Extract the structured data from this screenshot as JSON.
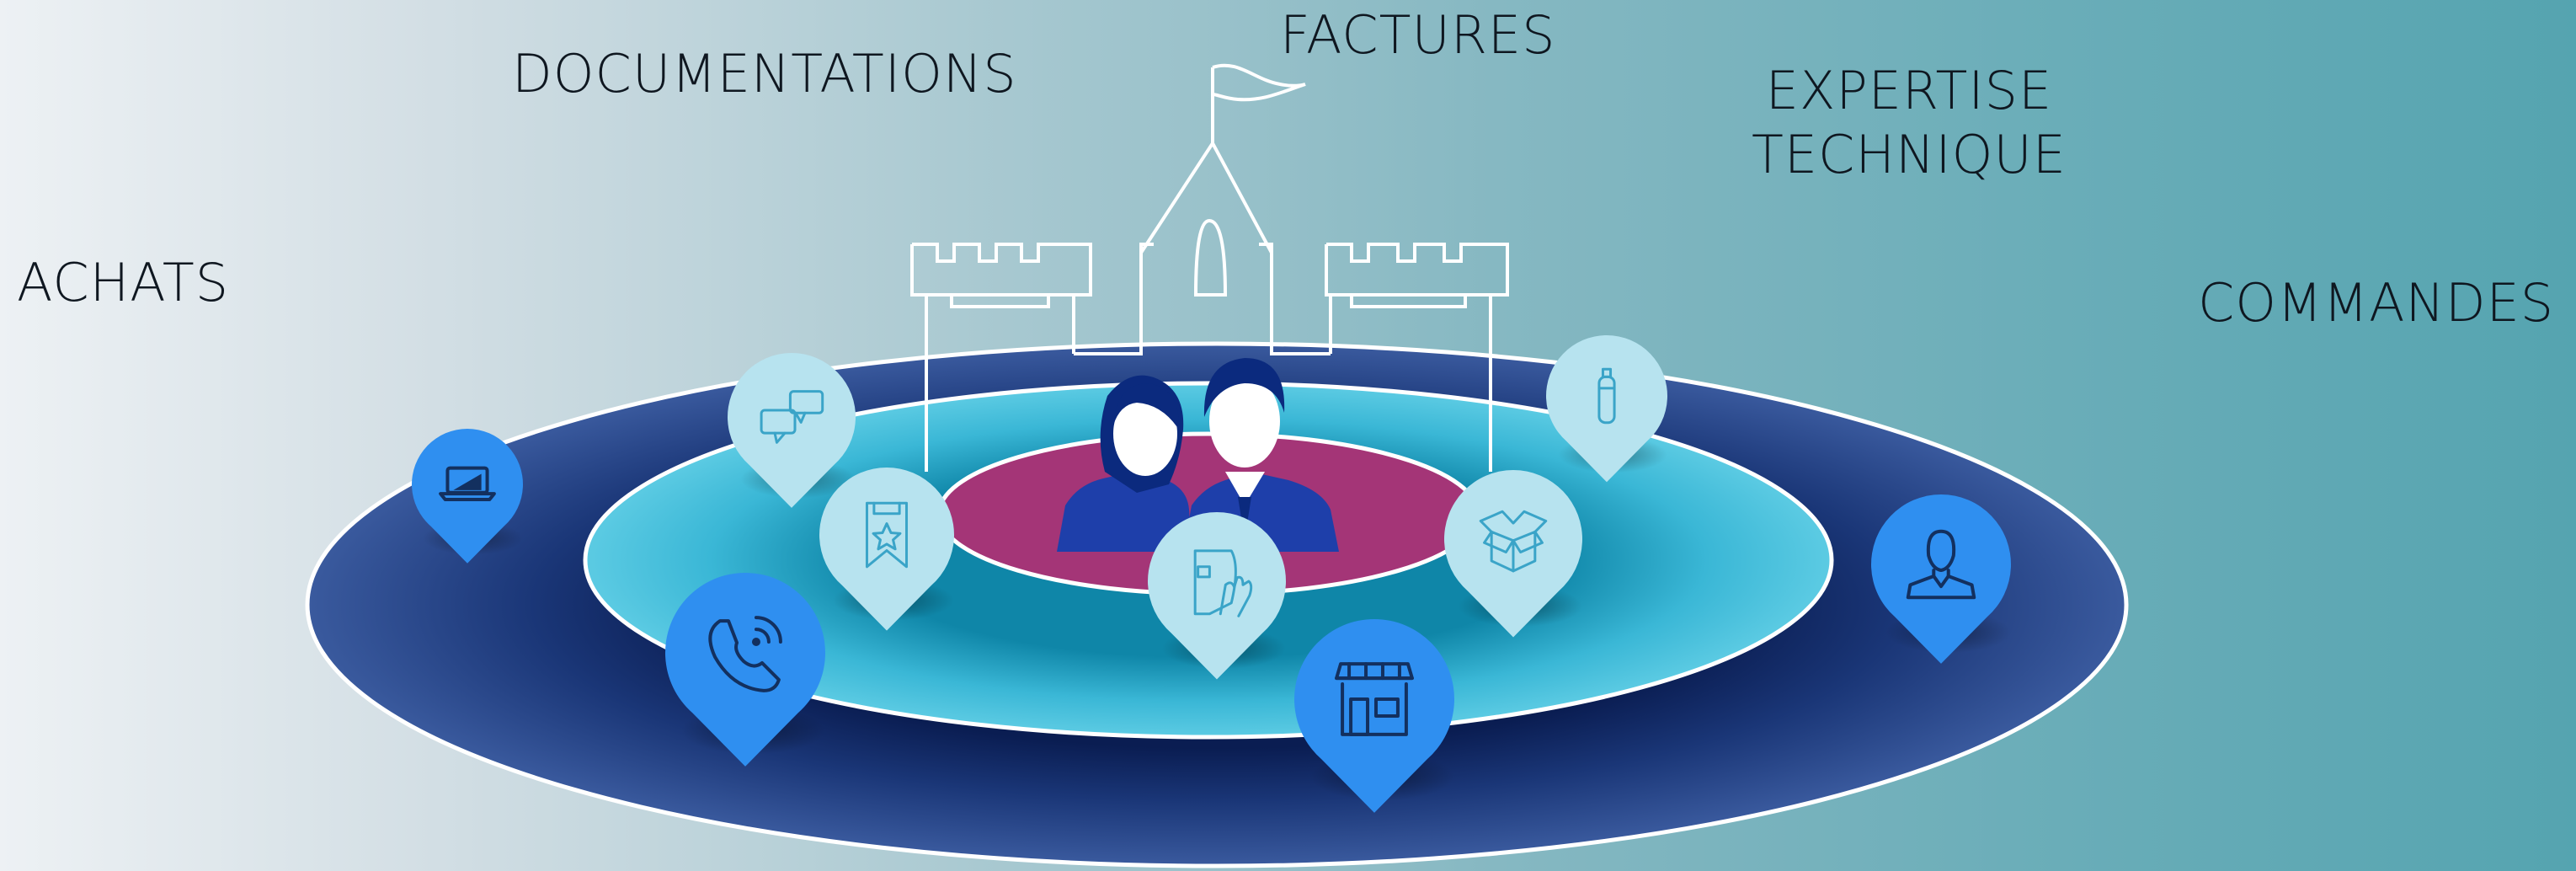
{
  "labels": {
    "achats": "ACHATS",
    "documentations": "DOCUMENTATIONS",
    "factures": "FACTURES",
    "expertise_line1": "EXPERTISE",
    "expertise_line2": "TECHNIQUE",
    "commandes": "COMMANDES"
  },
  "colors": {
    "outer_ring": "#203c7e",
    "middle_ring": "#4cbfdb",
    "center": "#a43577",
    "pin_dark": "#2f8ff0",
    "pin_light": "#b7e3ef",
    "icon_stroke": "#13305f",
    "icon_light_stroke": "#3aa4c8"
  },
  "pins": [
    {
      "name": "laptop-icon",
      "style": "dark"
    },
    {
      "name": "chat-bubbles-icon",
      "style": "light"
    },
    {
      "name": "bookmark-star-icon",
      "style": "light"
    },
    {
      "name": "phone-icon",
      "style": "dark"
    },
    {
      "name": "face-shield-icon",
      "style": "light"
    },
    {
      "name": "storefront-icon",
      "style": "dark"
    },
    {
      "name": "open-box-icon",
      "style": "light"
    },
    {
      "name": "gas-cylinder-icon",
      "style": "light"
    },
    {
      "name": "person-icon",
      "style": "dark"
    }
  ]
}
